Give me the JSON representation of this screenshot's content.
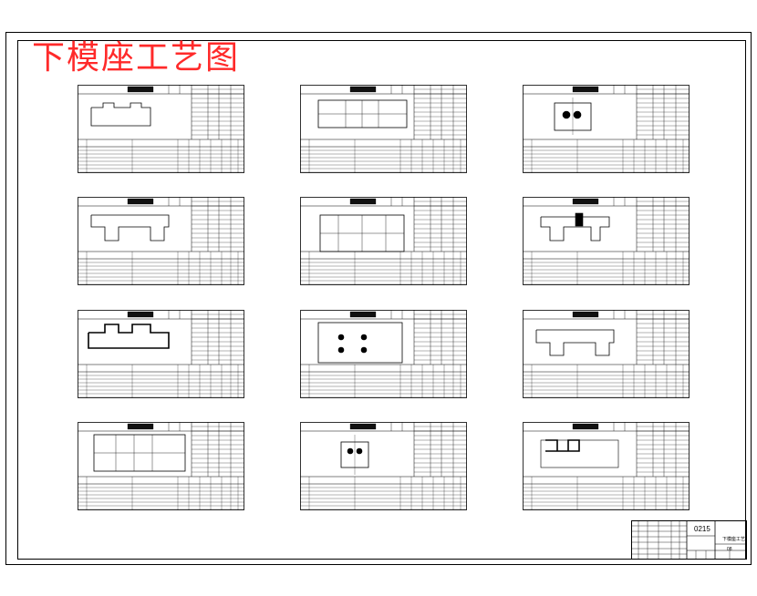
{
  "page": {
    "title": "下模座工艺图"
  },
  "cards": [
    {
      "id": "card-1"
    },
    {
      "id": "card-2"
    },
    {
      "id": "card-3"
    },
    {
      "id": "card-4"
    },
    {
      "id": "card-5"
    },
    {
      "id": "card-6"
    },
    {
      "id": "card-7"
    },
    {
      "id": "card-8"
    },
    {
      "id": "card-9"
    },
    {
      "id": "card-10"
    },
    {
      "id": "card-11"
    },
    {
      "id": "card-12"
    }
  ],
  "title_block": {
    "drawing_code": "0215",
    "drawing_name": "下模座工艺",
    "sheet": "08"
  }
}
